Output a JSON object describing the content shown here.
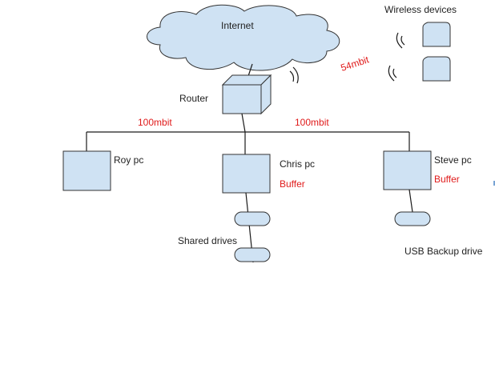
{
  "colors": {
    "fill": "#cfe2f3",
    "stroke": "#333333",
    "link_label": "#e01b1b",
    "text": "#222222"
  },
  "labels": {
    "internet": "Internet",
    "wireless_devices": "Wireless devices",
    "router": "Router",
    "link_100_left": "100mbit",
    "link_100_right": "100mbit",
    "link_54": "54mbit",
    "roy": "Roy pc",
    "chris": "Chris pc",
    "chris_buffer": "Buffer",
    "steve": "Steve pc",
    "steve_buffer": "Buffer",
    "shared_drives": "Shared drives",
    "usb_backup": "USB Backup drive"
  },
  "icons": {
    "cloud": "cloud-icon",
    "router": "router-box-icon",
    "pc": "computer-box-icon",
    "drive": "drive-pill-icon",
    "device": "wireless-device-icon",
    "signal": "wifi-signal-icon"
  }
}
